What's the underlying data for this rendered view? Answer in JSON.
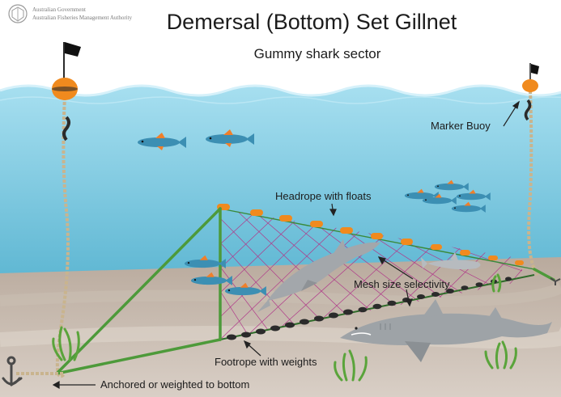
{
  "header": {
    "title": "Demersal (Bottom) Set Gillnet",
    "subtitle": "Gummy shark sector",
    "agency_line1": "Australian Government",
    "agency_line2": "Australian Fisheries Management Authority"
  },
  "labels": {
    "marker_buoy": "Marker Buoy",
    "headrope": "Headrope with floats",
    "mesh": "Mesh size selectivity",
    "footrope": "Footrope with weights",
    "anchor": "Anchored or weighted to bottom"
  },
  "colors": {
    "water": "#8fd3e6",
    "water_deep": "#57b3cf",
    "seabed": "#c7b9ac",
    "float": "#f08a1e",
    "net_mesh": "#b03a8a",
    "net_frame": "#4d9a3a",
    "weight": "#2b2b2b",
    "shark": "#a3a7ab",
    "fish_body": "#3c8fb3",
    "fish_fin": "#f07f2a",
    "seagrass": "#5aa43b"
  },
  "icons": {
    "flag": "flag-icon",
    "anchor": "anchor-icon",
    "crest": "coat-of-arms-icon"
  }
}
